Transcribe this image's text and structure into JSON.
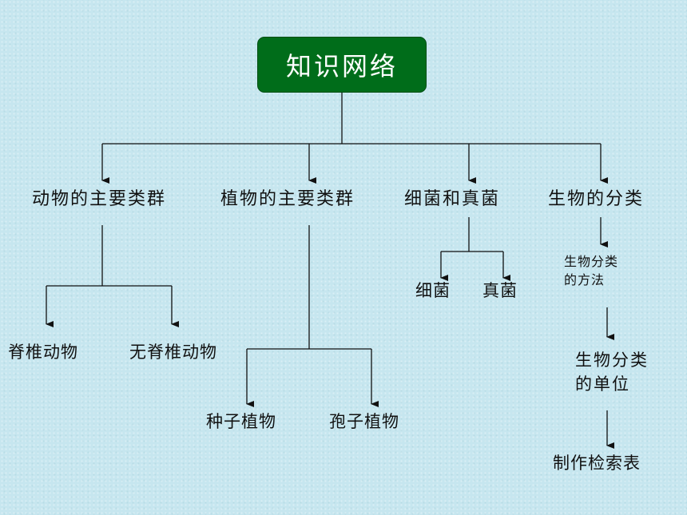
{
  "title": "知识网络",
  "branches": {
    "animals": {
      "label": "动物的主要类群",
      "children": [
        "脊椎动物",
        "无脊椎动物"
      ]
    },
    "plants": {
      "label": "植物的主要类群",
      "children": [
        "种子植物",
        "孢子植物"
      ]
    },
    "microbes": {
      "label": "细菌和真菌",
      "children": [
        "细菌",
        "真菌"
      ]
    },
    "classification": {
      "label": "生物的分类",
      "steps": [
        {
          "line1": "生物分类",
          "line2": "的方法"
        },
        {
          "line1": "生物分类",
          "line2": "的单位"
        },
        {
          "line1": "制作检索表"
        }
      ]
    }
  }
}
